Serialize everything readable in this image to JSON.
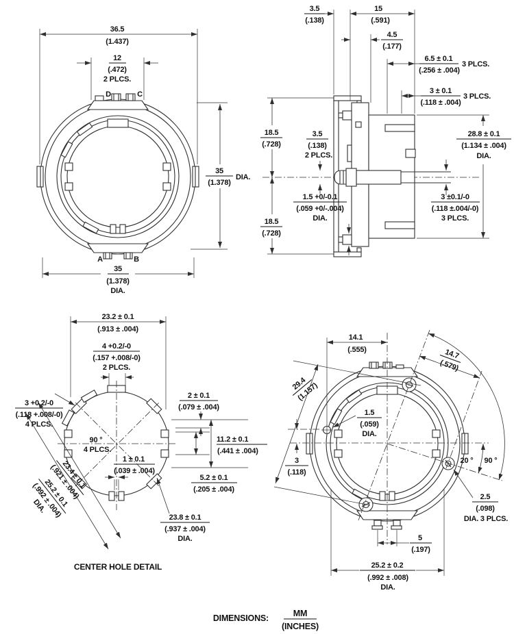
{
  "palette": {
    "line": "#2f2f2f",
    "text": "#111111",
    "background": "#ffffff"
  },
  "footer": {
    "label": "DIMENSIONS:",
    "mm": "MM",
    "inches": "(INCHES)"
  },
  "views": {
    "front": {
      "pins": {
        "a": "A",
        "b": "B",
        "c": "C",
        "d": "D"
      },
      "dims": {
        "width": {
          "mm": "36.5",
          "in": "(1.437)"
        },
        "pin12": {
          "mm": "12",
          "in": "(.472)",
          "note": "2 PLCS."
        },
        "dia_v": {
          "mm": "35",
          "in": "(1.378)",
          "note": "DIA."
        },
        "dia_h": {
          "mm": "35",
          "in": "(1.378)",
          "note": "DIA."
        }
      }
    },
    "side": {
      "dims": {
        "d35": {
          "mm": "3.5",
          "in": "(.138)"
        },
        "d15": {
          "mm": "15",
          "in": "(.591)"
        },
        "d45": {
          "mm": "4.5",
          "in": "(.177)"
        },
        "d65": {
          "mm": "6.5 ± 0.1",
          "in": "(.256 ± .004)",
          "note": "3 PLCS."
        },
        "d3": {
          "mm": "3 ± 0.1",
          "in": "(.118 ± .004)",
          "note": "3 PLCS."
        },
        "d185t": {
          "mm": "18.5",
          "in": "(.728)"
        },
        "d185b": {
          "mm": "18.5",
          "in": "(.728)"
        },
        "shaft": {
          "mm": "3.5",
          "in": "(.138)",
          "note": "2 PLCS."
        },
        "d288": {
          "mm": "28.8 ± 0.1",
          "in": "(1.134 ± .004)",
          "note": "DIA."
        },
        "pin": {
          "mm": "1.5 +0/-0.1",
          "in": "(.059 +0/-.004)",
          "note": "DIA."
        },
        "slot": {
          "mm": "3 ±0.1/-0",
          "in": "(.118 ±.004/-0)",
          "note": "3 PLCS."
        }
      }
    },
    "center_hole": {
      "title": "CENTER HOLE DETAIL",
      "dims": {
        "d232": {
          "mm": "23.2 ± 0.1",
          "in": "(.913 ± .004)"
        },
        "d4": {
          "mm": "4 +0.2/-0",
          "in": "(.157 +.008/-0)",
          "note": "2 PLCS."
        },
        "d3": {
          "mm": "3 +0.2/-0",
          "in": "(.118 +.008/-0)",
          "note": "4 PLCS."
        },
        "ang": {
          "mm": "90 °",
          "note": "4 PLCS."
        },
        "d1": {
          "mm": "1 ± 0.1",
          "in": "(.039 ± .004)"
        },
        "d2": {
          "mm": "2 ± 0.1",
          "in": "(.079 ± .004)"
        },
        "d112": {
          "mm": "11.2 ± 0.1",
          "in": "(.441 ± .004)"
        },
        "d52": {
          "mm": "5.2 ± 0.1",
          "in": "(.205 ± .004)"
        },
        "d234": {
          "mm": "23.4 ± 0.1",
          "in": "(.921 ± .004)"
        },
        "d252": {
          "mm": "25.2 ± 0.1",
          "in": "(.992 ± .004)",
          "note": "DIA."
        },
        "d238": {
          "mm": "23.8 ± 0.1",
          "in": "(.937 ± .004)",
          "note": "DIA."
        }
      }
    },
    "mounting": {
      "dims": {
        "d141": {
          "mm": "14.1",
          "in": "(.555)"
        },
        "d147": {
          "mm": "14.7",
          "in": "(.579)"
        },
        "d294": {
          "mm": "29.4",
          "in": "(1.157)"
        },
        "hole": {
          "mm": "1.5",
          "in": "(.059)",
          "note": "DIA."
        },
        "d3": {
          "mm": "3",
          "in": "(.118)"
        },
        "a20": {
          "label": "20 °"
        },
        "a90": {
          "label": "90 °"
        },
        "screw": {
          "mm": "2.5",
          "in": "(.098)",
          "note": "DIA. 3 PLCS."
        },
        "d5": {
          "mm": "5",
          "in": "(.197)"
        },
        "d252": {
          "mm": "25.2 ± 0.2",
          "in": "(.992 ± .008)",
          "note": "DIA."
        }
      }
    }
  }
}
